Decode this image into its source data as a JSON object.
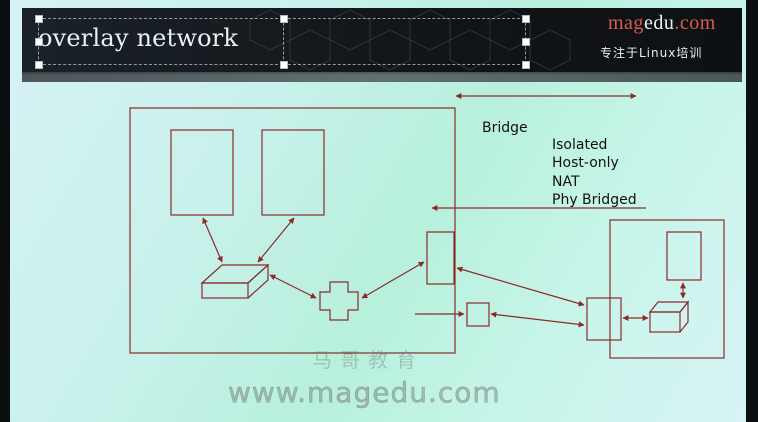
{
  "slide": {
    "title": "overlay network",
    "brand_prefix": "mag",
    "brand_accent": "edu",
    "brand_suffix": ".com",
    "brand_tagline": "专注于Linux培训"
  },
  "diagram": {
    "bridge_label": "Bridge",
    "modes": [
      "Isolated",
      "Host-only",
      "NAT",
      "Phy Bridged"
    ]
  },
  "watermark": {
    "cn": "马哥教育",
    "url": "www.magedu.com"
  },
  "colors": {
    "line": "#8b2a2a",
    "header_bg": "#111417",
    "brand": "#d85c4f"
  }
}
